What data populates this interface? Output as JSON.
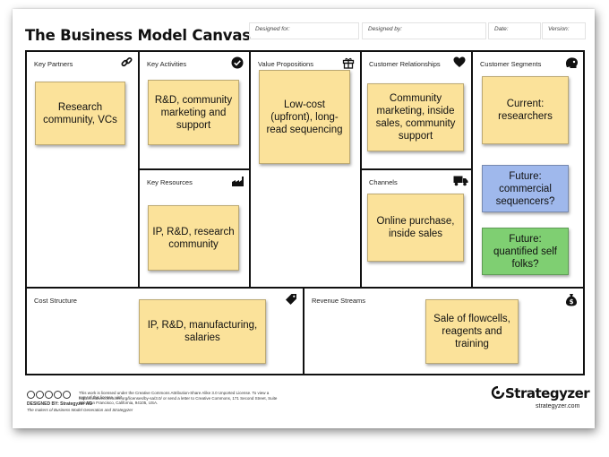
{
  "title": "The Business Model Canvas",
  "header_fields": {
    "designed_for": "Designed for:",
    "designed_by": "Designed by:",
    "date": "Date:",
    "version": "Version:"
  },
  "blocks": {
    "key_partners": "Key Partners",
    "key_activities": "Key Activities",
    "key_resources": "Key Resources",
    "value_propositions": "Value Propositions",
    "customer_relationships": "Customer Relationships",
    "channels": "Channels",
    "customer_segments": "Customer Segments",
    "cost_structure": "Cost Structure",
    "revenue_streams": "Revenue Streams"
  },
  "icons": {
    "key_partners": "link-icon",
    "key_activities": "checkmark-icon",
    "key_resources": "factory-icon",
    "value_propositions": "gift-icon",
    "customer_relationships": "heart-icon",
    "channels": "truck-icon",
    "customer_segments": "head-icon",
    "cost_structure": "price-tag-icon",
    "revenue_streams": "money-bag-icon"
  },
  "notes": {
    "key_partners": "Research community, VCs",
    "key_activities": "R&D, community marketing and support",
    "key_resources": "IP, R&D, research community",
    "value_propositions": "Low-cost (upfront), long-read sequencing",
    "customer_relationships": "Community marketing, inside sales, community support",
    "channels": "Online purchase, inside sales",
    "segment_current": "Current: researchers",
    "segment_future_commercial": "Future: commercial sequencers?",
    "segment_future_self": "Future: quantified self folks?",
    "cost_structure": "IP, R&D, manufacturing, salaries",
    "revenue_streams": "Sale of flowcells, reagents and training"
  },
  "note_colors": {
    "yellow": "#fbe29a",
    "blue": "#9fb8ec",
    "green": "#7fcf72"
  },
  "footer": {
    "designed_by": "DESIGNED BY: Strategyzer AG",
    "makers": "The makers of Business Model Generation and Strategyzer",
    "license": "This work is licensed under the Creative Commons Attribution-Share Alike 3.0 Unported License. To view a copy of this license, visit",
    "license_2": "http://creativecommons.org/licenses/by-sa/3.0/ or send a letter to Creative Commons, 171 Second Street, Suite 300, San Francisco, California, 94105, USA.",
    "brand": "Strategyzer",
    "url": "strategyzer.com"
  }
}
